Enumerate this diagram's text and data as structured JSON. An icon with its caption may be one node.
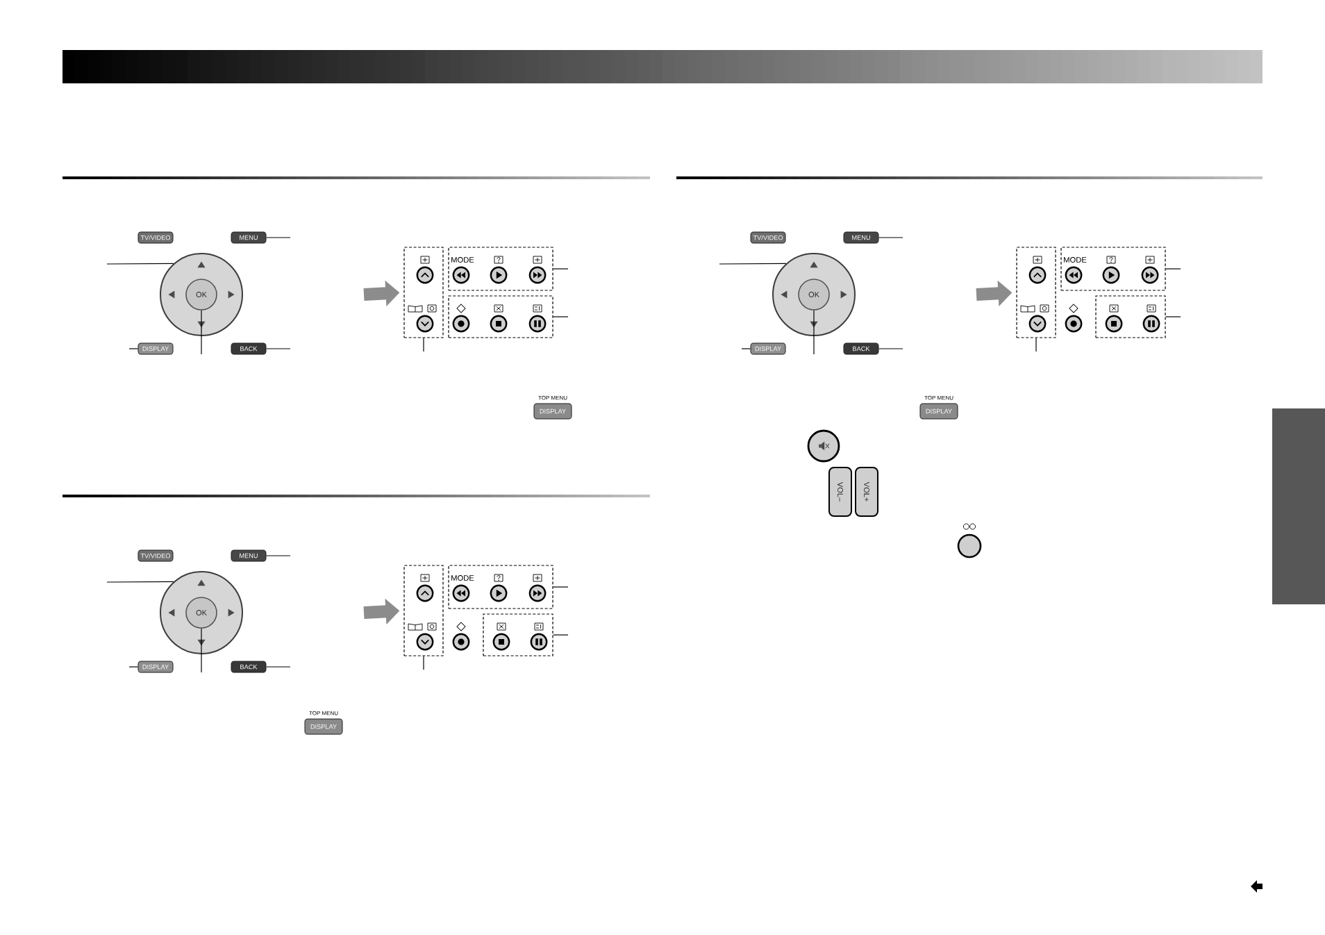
{
  "diagram": {
    "nodes": [
      {
        "text": [
          "TV/VIDEO"
        ]
      },
      {
        "text": [
          "MENU"
        ]
      },
      {
        "text": [],
        "shape": "circle"
      },
      {
        "text": [
          "OK"
        ],
        "in": 2
      },
      {
        "text": [
          "DISPLAY"
        ]
      },
      {
        "text": [
          "BACK"
        ]
      },
      {
        "text": [],
        "shape": "box"
      },
      {
        "text": [
          "MODE"
        ]
      },
      {
        "text": [],
        "shape": "box"
      },
      {
        "text": [
          "TOP MENU",
          "DISPLAY"
        ]
      },
      {
        "text": [
          "TV/VIDEO"
        ]
      },
      {
        "text": [
          "MENU"
        ]
      },
      {
        "text": [],
        "shape": "circle"
      },
      {
        "text": [
          "OK"
        ],
        "in": 12
      },
      {
        "text": [
          "DISPLAY"
        ]
      },
      {
        "text": [
          "BACK"
        ]
      },
      {
        "text": [],
        "shape": "box"
      },
      {
        "text": [
          "MODE"
        ]
      },
      {
        "text": [],
        "shape": "box"
      },
      {
        "text": [
          "TOP MENU",
          "DISPLAY"
        ]
      },
      {
        "text": [
          "TV/VIDEO"
        ]
      },
      {
        "text": [
          "MENU"
        ]
      },
      {
        "text": [],
        "shape": "circle"
      },
      {
        "text": [
          "OK"
        ],
        "in": 22
      },
      {
        "text": [
          "DISPLAY"
        ]
      },
      {
        "text": [
          "BACK"
        ]
      },
      {
        "text": [],
        "shape": "box"
      },
      {
        "text": [
          "MODE"
        ]
      },
      {
        "text": [],
        "shape": "box"
      },
      {
        "text": [
          "TOP MENU",
          "DISPLAY"
        ]
      },
      {
        "text": [],
        "shape": "circle"
      },
      {
        "text": [
          "VOL–"
        ]
      },
      {
        "text": [
          "VOL+"
        ]
      },
      {
        "text": [],
        "shape": "circle"
      },
      {
        "text": [],
        "shape": "box"
      }
    ],
    "edges": [
      {
        "from": null,
        "to": 1,
        "arrow": "none"
      },
      {
        "from": null,
        "to": 2,
        "arrow": "none"
      },
      {
        "from": null,
        "to": 3,
        "arrow": "none"
      },
      {
        "from": null,
        "to": 4,
        "arrow": "none"
      },
      {
        "from": null,
        "to": 5,
        "arrow": "none"
      },
      {
        "from": null,
        "to": 6,
        "arrow": "to",
        "style": "thick",
        "color": "#8c8c8c"
      },
      {
        "from": null,
        "to": 6,
        "arrow": "none"
      },
      {
        "from": null,
        "to": 7,
        "arrow": "none"
      },
      {
        "from": null,
        "to": 8,
        "arrow": "none"
      },
      {
        "from": null,
        "to": 11,
        "arrow": "none"
      },
      {
        "from": null,
        "to": 12,
        "arrow": "none"
      },
      {
        "from": null,
        "to": 13,
        "arrow": "none"
      },
      {
        "from": null,
        "to": 14,
        "arrow": "none"
      },
      {
        "from": null,
        "to": 15,
        "arrow": "none"
      },
      {
        "from": null,
        "to": 16,
        "arrow": "to",
        "style": "thick",
        "color": "#8c8c8c"
      },
      {
        "from": null,
        "to": 16,
        "arrow": "none"
      },
      {
        "from": null,
        "to": 17,
        "arrow": "none"
      },
      {
        "from": null,
        "to": 18,
        "arrow": "none"
      },
      {
        "from": null,
        "to": 21,
        "arrow": "none"
      },
      {
        "from": null,
        "to": 22,
        "arrow": "none"
      },
      {
        "from": null,
        "to": 23,
        "arrow": "none"
      },
      {
        "from": null,
        "to": 24,
        "arrow": "none"
      },
      {
        "from": null,
        "to": 25,
        "arrow": "none"
      },
      {
        "from": null,
        "to": 26,
        "arrow": "to",
        "style": "thick",
        "color": "#8c8c8c"
      },
      {
        "from": null,
        "to": 26,
        "arrow": "none"
      },
      {
        "from": null,
        "to": 27,
        "arrow": "none"
      },
      {
        "from": null,
        "to": 28,
        "arrow": "none"
      }
    ]
  }
}
